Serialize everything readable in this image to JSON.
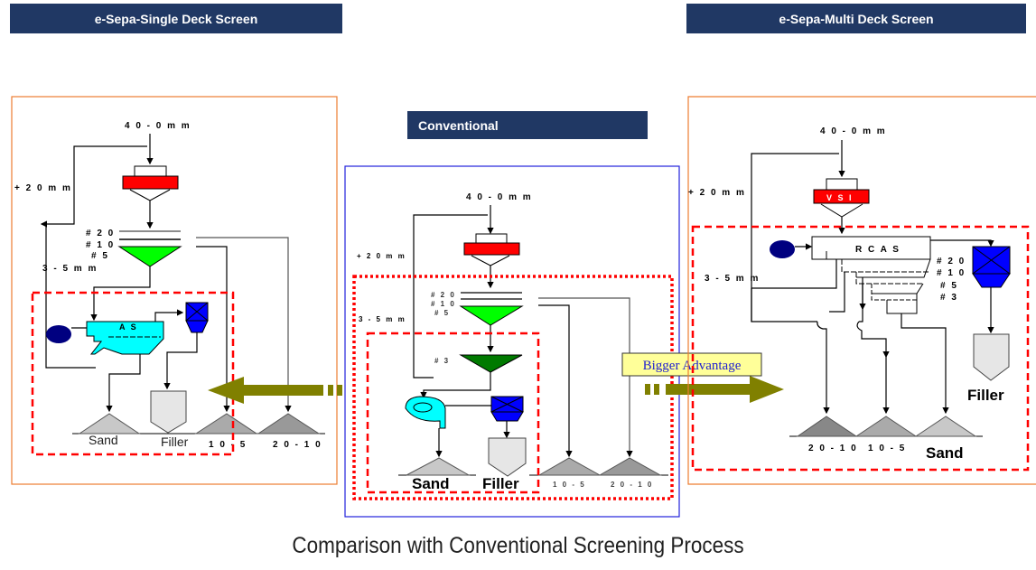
{
  "headers": {
    "single": "e-Sepa-Single Deck Screen",
    "multi": "e-Sepa-Multi Deck Screen",
    "conventional": "Conventional"
  },
  "caption": "Comparison with Conventional Screening Process",
  "callout": "Bigger  Advantage",
  "single": {
    "feed": "4 0 - 0 m m",
    "recycle": "+ 2 0 m m",
    "mesh": [
      "# 2 0",
      "# 1 0",
      "# 5"
    ],
    "fines": "3 - 5 m m",
    "unit": "A S",
    "products": [
      "Sand",
      "Filler",
      "1 0 - 5",
      "2 0 - 1 0"
    ]
  },
  "conventional": {
    "feed": "4 0 - 0 m m",
    "recycle": "+ 2 0 m m",
    "mesh": [
      "# 2 0",
      "# 1 0",
      "# 5"
    ],
    "mesh2": "# 3",
    "fines": "3 - 5 m m",
    "products": [
      "Sand",
      "Filler",
      "1 0 - 5",
      "2 0 - 1 0"
    ]
  },
  "multi": {
    "feed": "4 0 - 0 m m",
    "recycle": "+ 2 0 m m",
    "crusher": "V S I",
    "unit": "R C A S",
    "mesh": [
      "# 2 0",
      "# 1 0",
      "# 5",
      "# 3"
    ],
    "fines": "3 - 5 m m",
    "products": [
      "2 0 - 1 0",
      "1 0 - 5",
      "Sand",
      "Filler"
    ]
  },
  "colors": {
    "header_bg": "#203864",
    "crusher": "#ff0000",
    "screen": "#00ff00",
    "screen_dark": "#007a00",
    "separator": "#00ffff",
    "hopper": "#0000ff",
    "arrow": "#808000",
    "callout_bg": "#ffff99"
  }
}
